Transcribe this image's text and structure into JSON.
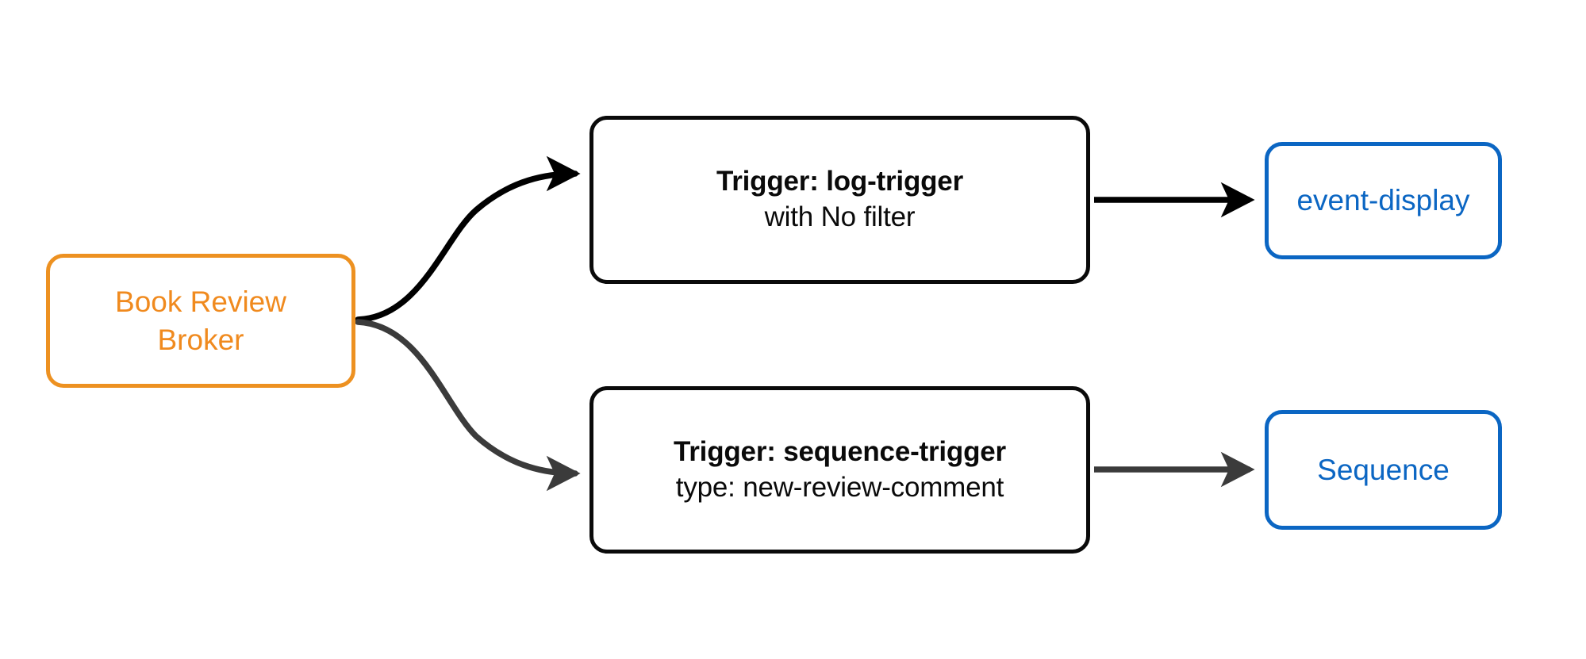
{
  "diagram": {
    "type": "flow",
    "background": "#ffffff",
    "colors": {
      "broker_stroke": "#ED9121",
      "broker_text": "#F08A1E",
      "trigger_stroke": "#0a0a0a",
      "trigger_text": "#0a0a0a",
      "sink_stroke": "#0B66C3",
      "sink_text": "#0B66C3",
      "edge_primary": "#000000",
      "edge_secondary": "#3B3B3B"
    },
    "nodes": {
      "broker": {
        "kind": "broker",
        "line1": "Book Review",
        "line2": "Broker"
      },
      "trigger_log": {
        "kind": "trigger",
        "title": "Trigger: log-trigger",
        "subtitle": "with No filter"
      },
      "trigger_sequence": {
        "kind": "trigger",
        "title": "Trigger: sequence-trigger",
        "subtitle": "type: new-review-comment"
      },
      "sink_event_display": {
        "kind": "sink",
        "label": "event-display"
      },
      "sink_sequence": {
        "kind": "sink",
        "label": "Sequence"
      }
    },
    "edges": [
      {
        "id": "broker-to-log-trigger",
        "from": "broker",
        "to": "trigger_log",
        "style": "curved",
        "color": "#000000",
        "label": ""
      },
      {
        "id": "broker-to-sequence-trigger",
        "from": "broker",
        "to": "trigger_sequence",
        "style": "curved",
        "color": "#3B3B3B",
        "label": ""
      },
      {
        "id": "log-trigger-to-event-display",
        "from": "trigger_log",
        "to": "sink_event_display",
        "style": "straight",
        "color": "#000000",
        "label": ""
      },
      {
        "id": "sequence-trigger-to-sequence",
        "from": "trigger_sequence",
        "to": "sink_sequence",
        "style": "straight",
        "color": "#3B3B3B",
        "label": ""
      }
    ]
  }
}
